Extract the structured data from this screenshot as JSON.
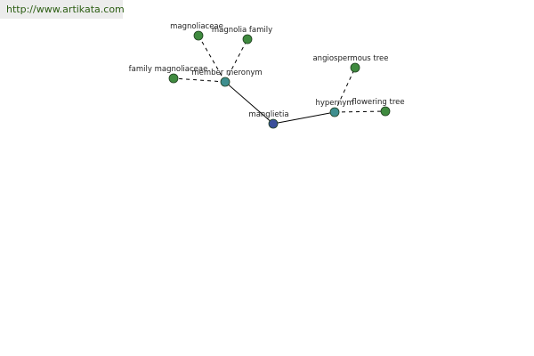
{
  "header": {
    "url": "http://www.artikata.com"
  },
  "graph": {
    "colors": {
      "center_node": "#3a4f9a",
      "relation_node": "#3f8f8f",
      "leaf_node": "#3f8a3f",
      "node_stroke": "#1f3f1f",
      "edge": "#000000",
      "label": "#222222"
    },
    "nodes": [
      {
        "id": "manglietia",
        "label": "manglietia",
        "kind": "center_node"
      },
      {
        "id": "member-meronym",
        "label": "member meronym",
        "kind": "relation_node"
      },
      {
        "id": "hypernym",
        "label": "hypernym",
        "kind": "relation_node"
      },
      {
        "id": "magnoliaceae",
        "label": "magnoliaceae",
        "kind": "leaf_node"
      },
      {
        "id": "magnolia-family",
        "label": "magnolia family",
        "kind": "leaf_node"
      },
      {
        "id": "family-magnoliaceae",
        "label": "family magnoliaceae",
        "kind": "leaf_node"
      },
      {
        "id": "angiospermous-tree",
        "label": "angiospermous tree",
        "kind": "leaf_node"
      },
      {
        "id": "flowering-tree",
        "label": "flowering tree",
        "kind": "leaf_node"
      }
    ],
    "edges": [
      {
        "from": "manglietia",
        "to": "member-meronym",
        "style": "solid"
      },
      {
        "from": "manglietia",
        "to": "hypernym",
        "style": "solid"
      },
      {
        "from": "member-meronym",
        "to": "magnoliaceae",
        "style": "dashed"
      },
      {
        "from": "member-meronym",
        "to": "magnolia-family",
        "style": "dashed"
      },
      {
        "from": "member-meronym",
        "to": "family-magnoliaceae",
        "style": "dashed"
      },
      {
        "from": "hypernym",
        "to": "angiospermous-tree",
        "style": "dashed"
      },
      {
        "from": "hypernym",
        "to": "flowering-tree",
        "style": "dashed"
      }
    ]
  }
}
